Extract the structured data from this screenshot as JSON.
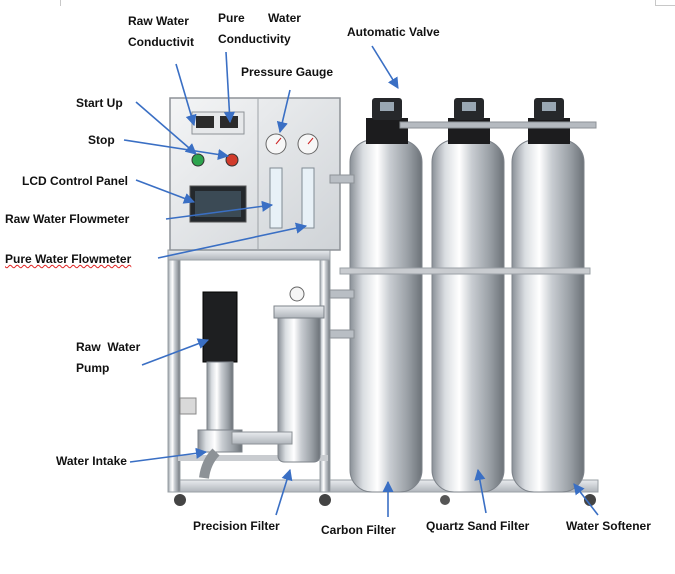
{
  "labels": {
    "raw_water_conductivity": [
      "Raw  Water",
      "Conductivit"
    ],
    "pure_water_conductivity": [
      "Pure       Water",
      "Conductivity"
    ],
    "automatic_valve": "Automatic Valve",
    "pressure_gauge": "Pressure Gauge",
    "start_up": "Start Up",
    "stop": "Stop",
    "lcd_control_panel": "LCD Control Panel",
    "raw_water_flowmeter": "Raw Water Flowmeter",
    "pure_water_flowmeter": "Pure Water Flowmeter",
    "raw_water_pump": [
      "Raw  Water",
      "Pump"
    ],
    "water_intake": "Water Intake",
    "precision_filter": "Precision Filter",
    "carbon_filter": "Carbon Filter",
    "quartz_sand_filter": "Quartz Sand Filter",
    "water_softener": "Water Softener"
  },
  "colors": {
    "arrow": "#3a6fc4",
    "steel_light": "#eef0f2",
    "steel_mid": "#b9bec4",
    "steel_dark": "#6e747b",
    "valve_black": "#1c1c1e",
    "frame": "#c9ccd0"
  }
}
